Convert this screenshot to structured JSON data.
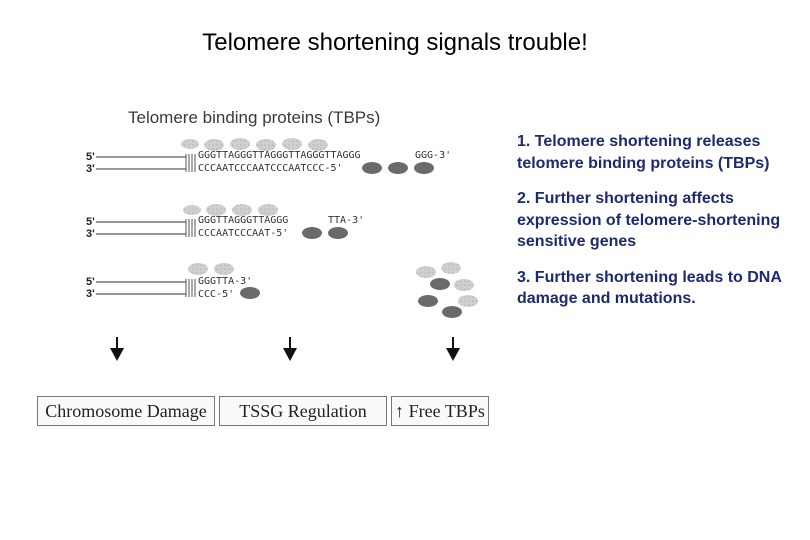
{
  "title": "Telomere shortening signals trouble!",
  "subtitle": "Telomere binding proteins (TBPs)",
  "notes": [
    "1. Telomere shortening releases telomere binding proteins (TBPs)",
    "2. Further shortening affects expression of telomere-shortening sensitive genes",
    "3. Further shortening leads to DNA damage and mutations."
  ],
  "strands": [
    {
      "top_label": "5'",
      "bottom_label": "3'",
      "top_seq": "GGGTTAGGGTTAGGGTTAGGGTTAGGG",
      "top_end": "GGG-3'",
      "bottom_seq": "CCCAATCCCAATCCCAATCCC-5'"
    },
    {
      "top_label": "5'",
      "bottom_label": "3'",
      "top_seq": "GGGTTAGGGTTAGGG",
      "top_end": "TTA-3'",
      "bottom_seq": "CCCAATCCCAAT-5'"
    },
    {
      "top_label": "5'",
      "bottom_label": "3'",
      "top_seq": "GGGTTA-3'",
      "bottom_seq": "CCC-5'"
    }
  ],
  "outcomes": [
    "Chromosome Damage",
    "TSSG Regulation",
    "↑ Free TBPs"
  ],
  "colors": {
    "notes_text": "#1e2a6e",
    "light_protein": "#c8c8c8",
    "dark_protein": "#6a6a6a"
  }
}
